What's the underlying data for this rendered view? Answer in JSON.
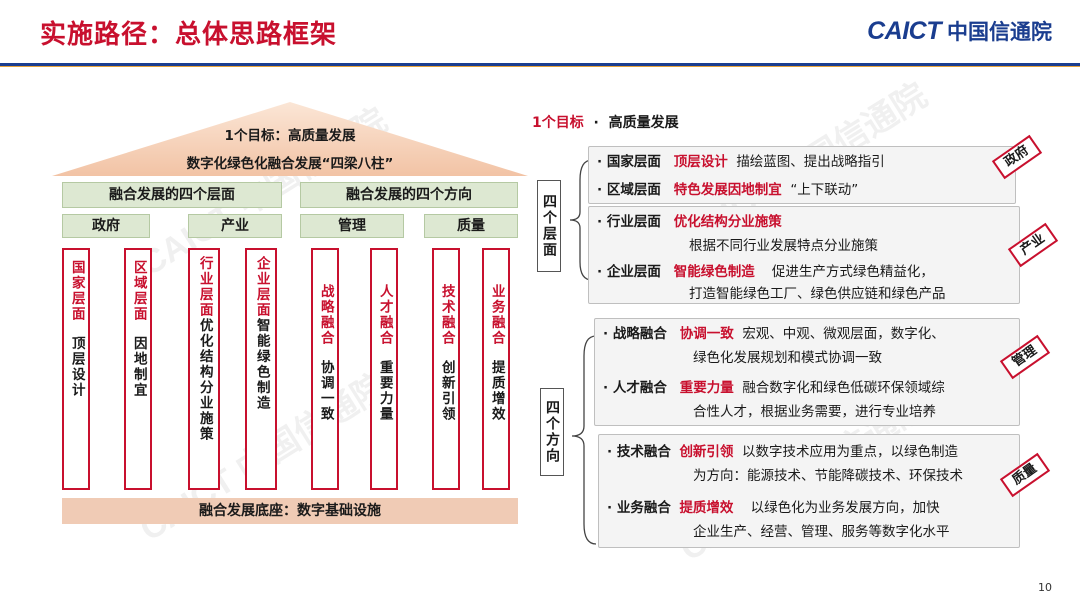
{
  "header": {
    "title": "实施路径：总体思路框架",
    "logo_en": "CAICT",
    "logo_cn": "中国信通院"
  },
  "watermark": "CAICT 中国信通院",
  "house": {
    "roof_line1": "1个目标：高质量发展",
    "roof_line2": "数字化绿色化融合发展“四梁八柱”",
    "levels_title": "融合发展的四个层面",
    "directions_title": "融合发展的四个方向",
    "groups": [
      "政府",
      "产业",
      "管理",
      "质量"
    ],
    "pillars": [
      {
        "top": "国家层面",
        "bottom": "顶层设计"
      },
      {
        "top": "区域层面",
        "bottom": "因地制宜"
      },
      {
        "top": "行业层面",
        "bottom": "优化结构分业施策"
      },
      {
        "top": "企业层面",
        "bottom": "智能绿色制造"
      },
      {
        "top": "战略融合",
        "bottom": "协调一致"
      },
      {
        "top": "人才融合",
        "bottom": "重要力量"
      },
      {
        "top": "技术融合",
        "bottom": "创新引领"
      },
      {
        "top": "业务融合",
        "bottom": "提质增效"
      }
    ],
    "base": "融合发展底座：数字基础设施"
  },
  "right": {
    "goal_label": "1个目标",
    "goal_text": "高质量发展",
    "levels_label": "四个层面",
    "directions_label": "四个方向",
    "gov": {
      "badge": "政府",
      "rows": [
        {
          "name": "国家层面",
          "key": "顶层设计",
          "desc": "描绘蓝图、提出战略指引"
        },
        {
          "name": "区域层面",
          "key": "特色发展因地制宜",
          "desc": "“上下联动”"
        }
      ]
    },
    "industry": {
      "badge": "产业",
      "rows": [
        {
          "name": "行业层面",
          "key": "优化结构分业施策",
          "desc": "",
          "line2": "根据不同行业发展特点分业施策"
        },
        {
          "name": "企业层面",
          "key": "智能绿色制造",
          "desc": "促进生产方式绿色精益化，",
          "line2": "打造智能绿色工厂、绿色供应链和绿色产品"
        }
      ]
    },
    "manage": {
      "badge": "管理",
      "rows": [
        {
          "name": "战略融合",
          "key": "协调一致",
          "desc": "宏观、中观、微观层面，数字化、",
          "line2": "绿色化发展规划和模式协调一致"
        },
        {
          "name": "人才融合",
          "key": "重要力量",
          "desc": "融合数字化和绿色低碳环保领域综",
          "line2": "合性人才，根据业务需要，进行专业培养"
        }
      ]
    },
    "quality": {
      "badge": "质量",
      "rows": [
        {
          "name": "技术融合",
          "key": "创新引领",
          "desc": "以数字技术应用为重点，以绿色制造",
          "line2": "为方向：能源技术、节能降碳技术、环保技术"
        },
        {
          "name": "业务融合",
          "key": "提质增效",
          "desc": "以绿色化为业务发展方向，加快",
          "line2": "企业生产、经营、管理、服务等数字化水平"
        }
      ]
    }
  },
  "page_number": "10"
}
